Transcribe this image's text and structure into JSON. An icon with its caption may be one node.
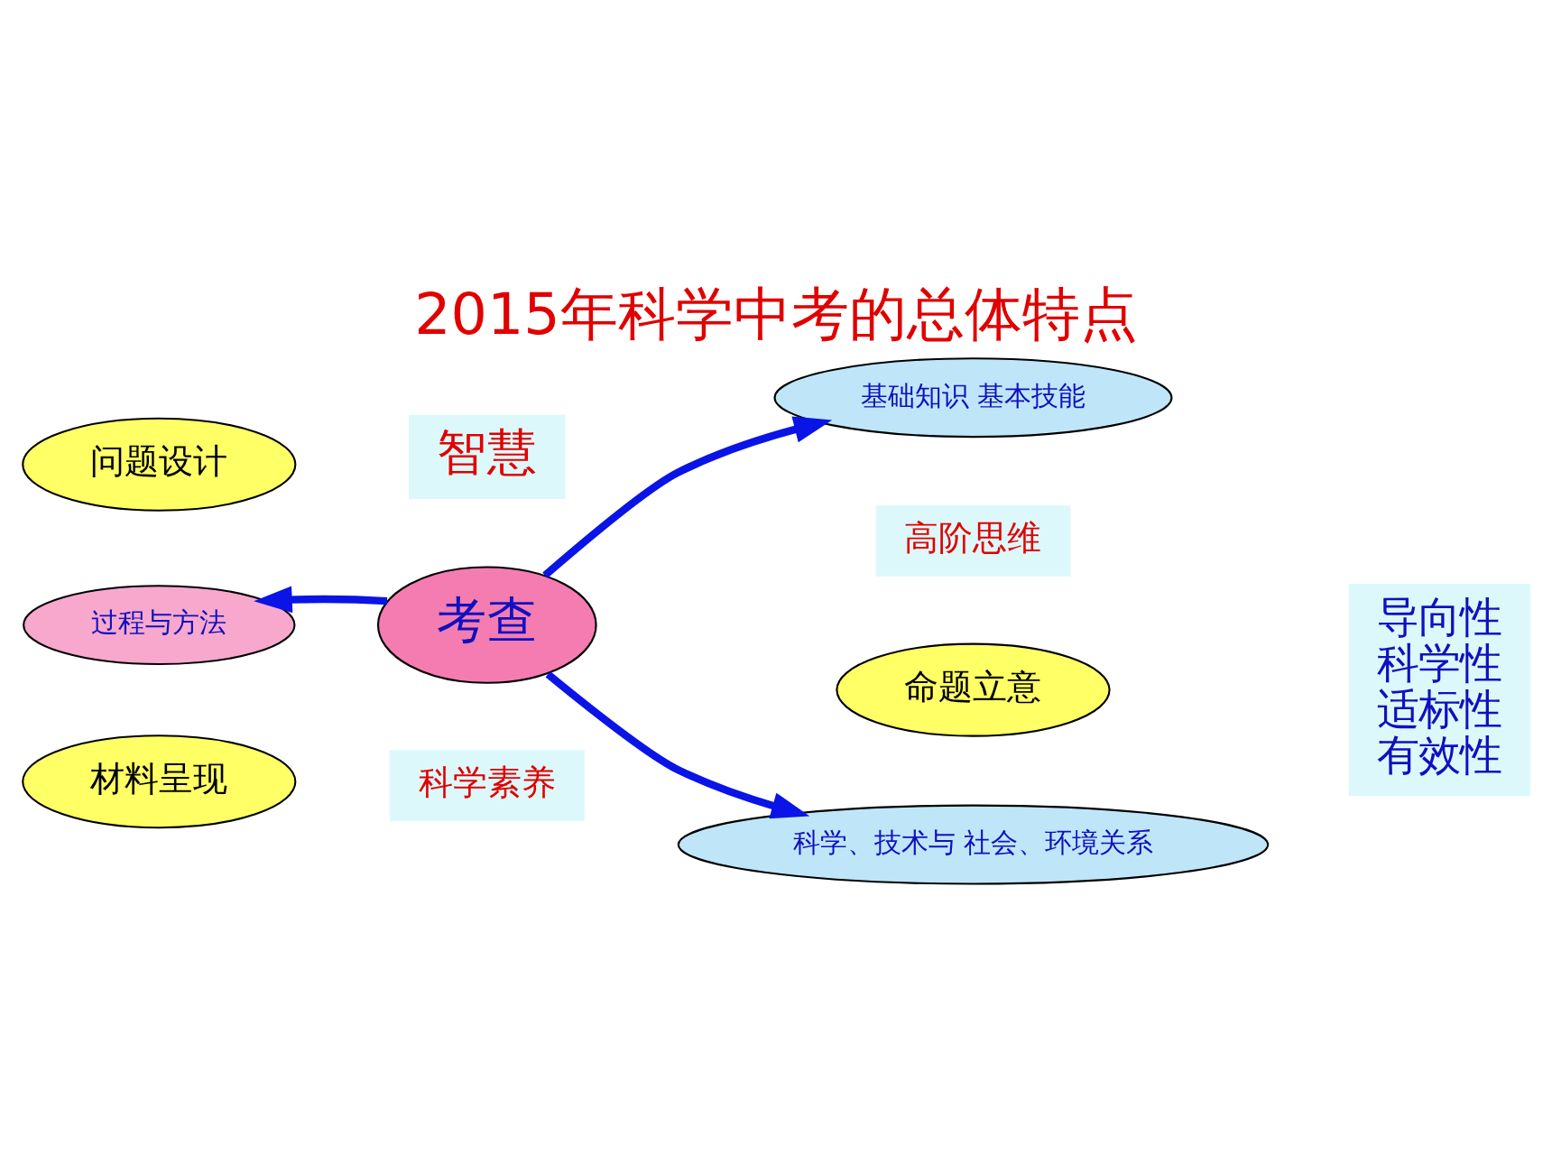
{
  "diagram": {
    "title": "2015年科学中考的总体特点",
    "nodes": [
      {
        "text": [
          "考查"
        ]
      },
      {
        "text": [
          "基础知识 基本技能"
        ]
      },
      {
        "text": [
          "过程与方法"
        ]
      },
      {
        "text": [
          "科学、技术与 社会、环境关系"
        ]
      },
      {
        "text": [
          "问题设计"
        ]
      },
      {
        "text": [
          "命题立意"
        ]
      },
      {
        "text": [
          "材料呈现"
        ]
      },
      {
        "text": [
          "智慧"
        ]
      },
      {
        "text": [
          "高阶思维"
        ]
      },
      {
        "text": [
          "科学素养"
        ]
      },
      {
        "text": [
          "导向性",
          "科学性",
          "适标性",
          "有效性"
        ]
      }
    ],
    "edges": [
      {
        "from": 0,
        "to": 1,
        "arrow": "to"
      },
      {
        "from": 0,
        "to": 2,
        "arrow": "to"
      },
      {
        "from": 0,
        "to": 3,
        "arrow": "to"
      }
    ]
  }
}
